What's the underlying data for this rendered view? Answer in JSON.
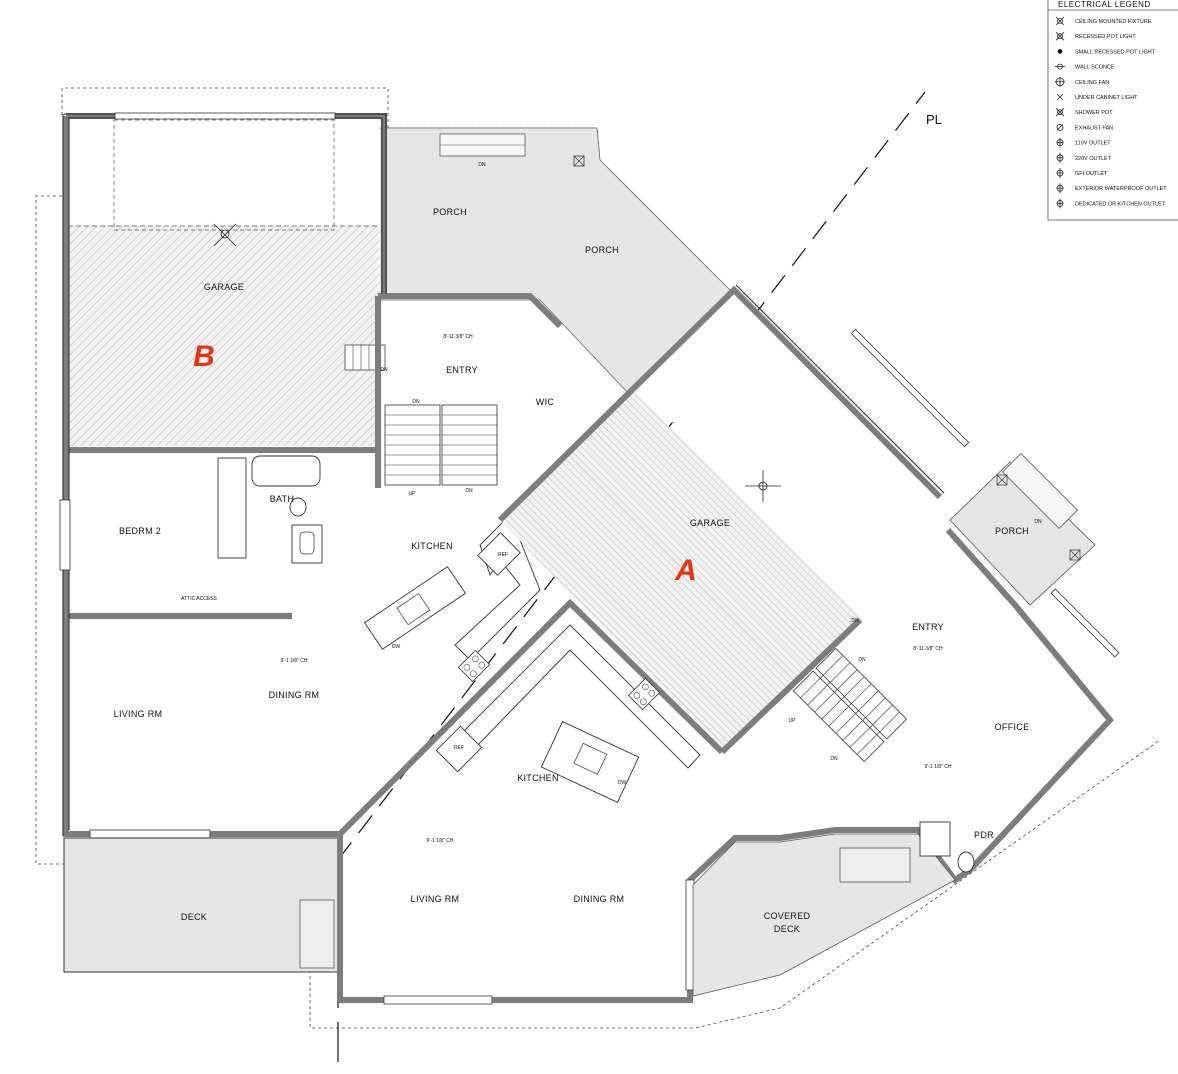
{
  "unit_b": {
    "label": "B",
    "rooms": {
      "garage": "GARAGE",
      "porch": "PORCH",
      "entry": "ENTRY",
      "wic": "WIC",
      "bath": "BATH",
      "bedroom": "BEDRM 2",
      "kitchen": "KITCHEN",
      "dining": "DINING RM",
      "living": "LIVING RM",
      "deck": "DECK",
      "attic": "ATTIC ACCESS"
    },
    "ceiling_entry": "8'-11 3/8\" CH",
    "ceiling_dining": "9'-1 1/8\" CH"
  },
  "unit_a": {
    "label": "A",
    "rooms": {
      "garage": "GARAGE",
      "porch": "PORCH",
      "entry": "ENTRY",
      "office": "OFFICE",
      "pdr": "PDR",
      "kitchen": "KITCHEN",
      "living": "LIVING RM",
      "dining": "DINING RM",
      "covered_deck_1": "COVERED",
      "covered_deck_2": "DECK"
    },
    "ceiling_entry": "8'-11 3/8\" CH",
    "ceiling_office": "9'-1 1/8\" CH",
    "ceiling_living": "9'-1 1/8\" CH"
  },
  "fixtures": {
    "dn": "DN",
    "up": "UP",
    "ref": "REF",
    "dw": "DW"
  },
  "property_line": "PL",
  "legend": {
    "title": "ELECTRICAL LEGEND",
    "items": [
      {
        "icon": "ceiling-fixture-icon",
        "label": "CEILING MOUNTED FIXTURE"
      },
      {
        "icon": "recessed-pot-light-icon",
        "label": "RECESSED POT LIGHT"
      },
      {
        "icon": "small-recessed-light-icon",
        "label": "SMALL RECESSED POT LIGHT"
      },
      {
        "icon": "wall-sconce-icon",
        "label": "WALL SCONCE"
      },
      {
        "icon": "ceiling-fan-icon",
        "label": "CEILING FAN"
      },
      {
        "icon": "under-cabinet-light-icon",
        "label": "UNDER CABINET LIGHT"
      },
      {
        "icon": "shower-pot-icon",
        "label": "SHOWER POT"
      },
      {
        "icon": "exhaust-fan-icon",
        "label": "EXHAUST FAN"
      },
      {
        "icon": "outlet-110v-icon",
        "label": "110V OUTLET"
      },
      {
        "icon": "outlet-220v-icon",
        "label": "220V OUTLET"
      },
      {
        "icon": "gfi-outlet-icon",
        "label": "GFI OUTLET"
      },
      {
        "icon": "exterior-outlet-icon",
        "label": "EXTERIOR WATERPROOF OUTLET"
      },
      {
        "icon": "dedicated-outlet-icon",
        "label": "DEDICATED OR KITCHEN OUTLET"
      }
    ]
  },
  "colors": {
    "accent_label": "#e63312",
    "wall": "#8a8a8a",
    "shade": "#e8e8e8"
  }
}
